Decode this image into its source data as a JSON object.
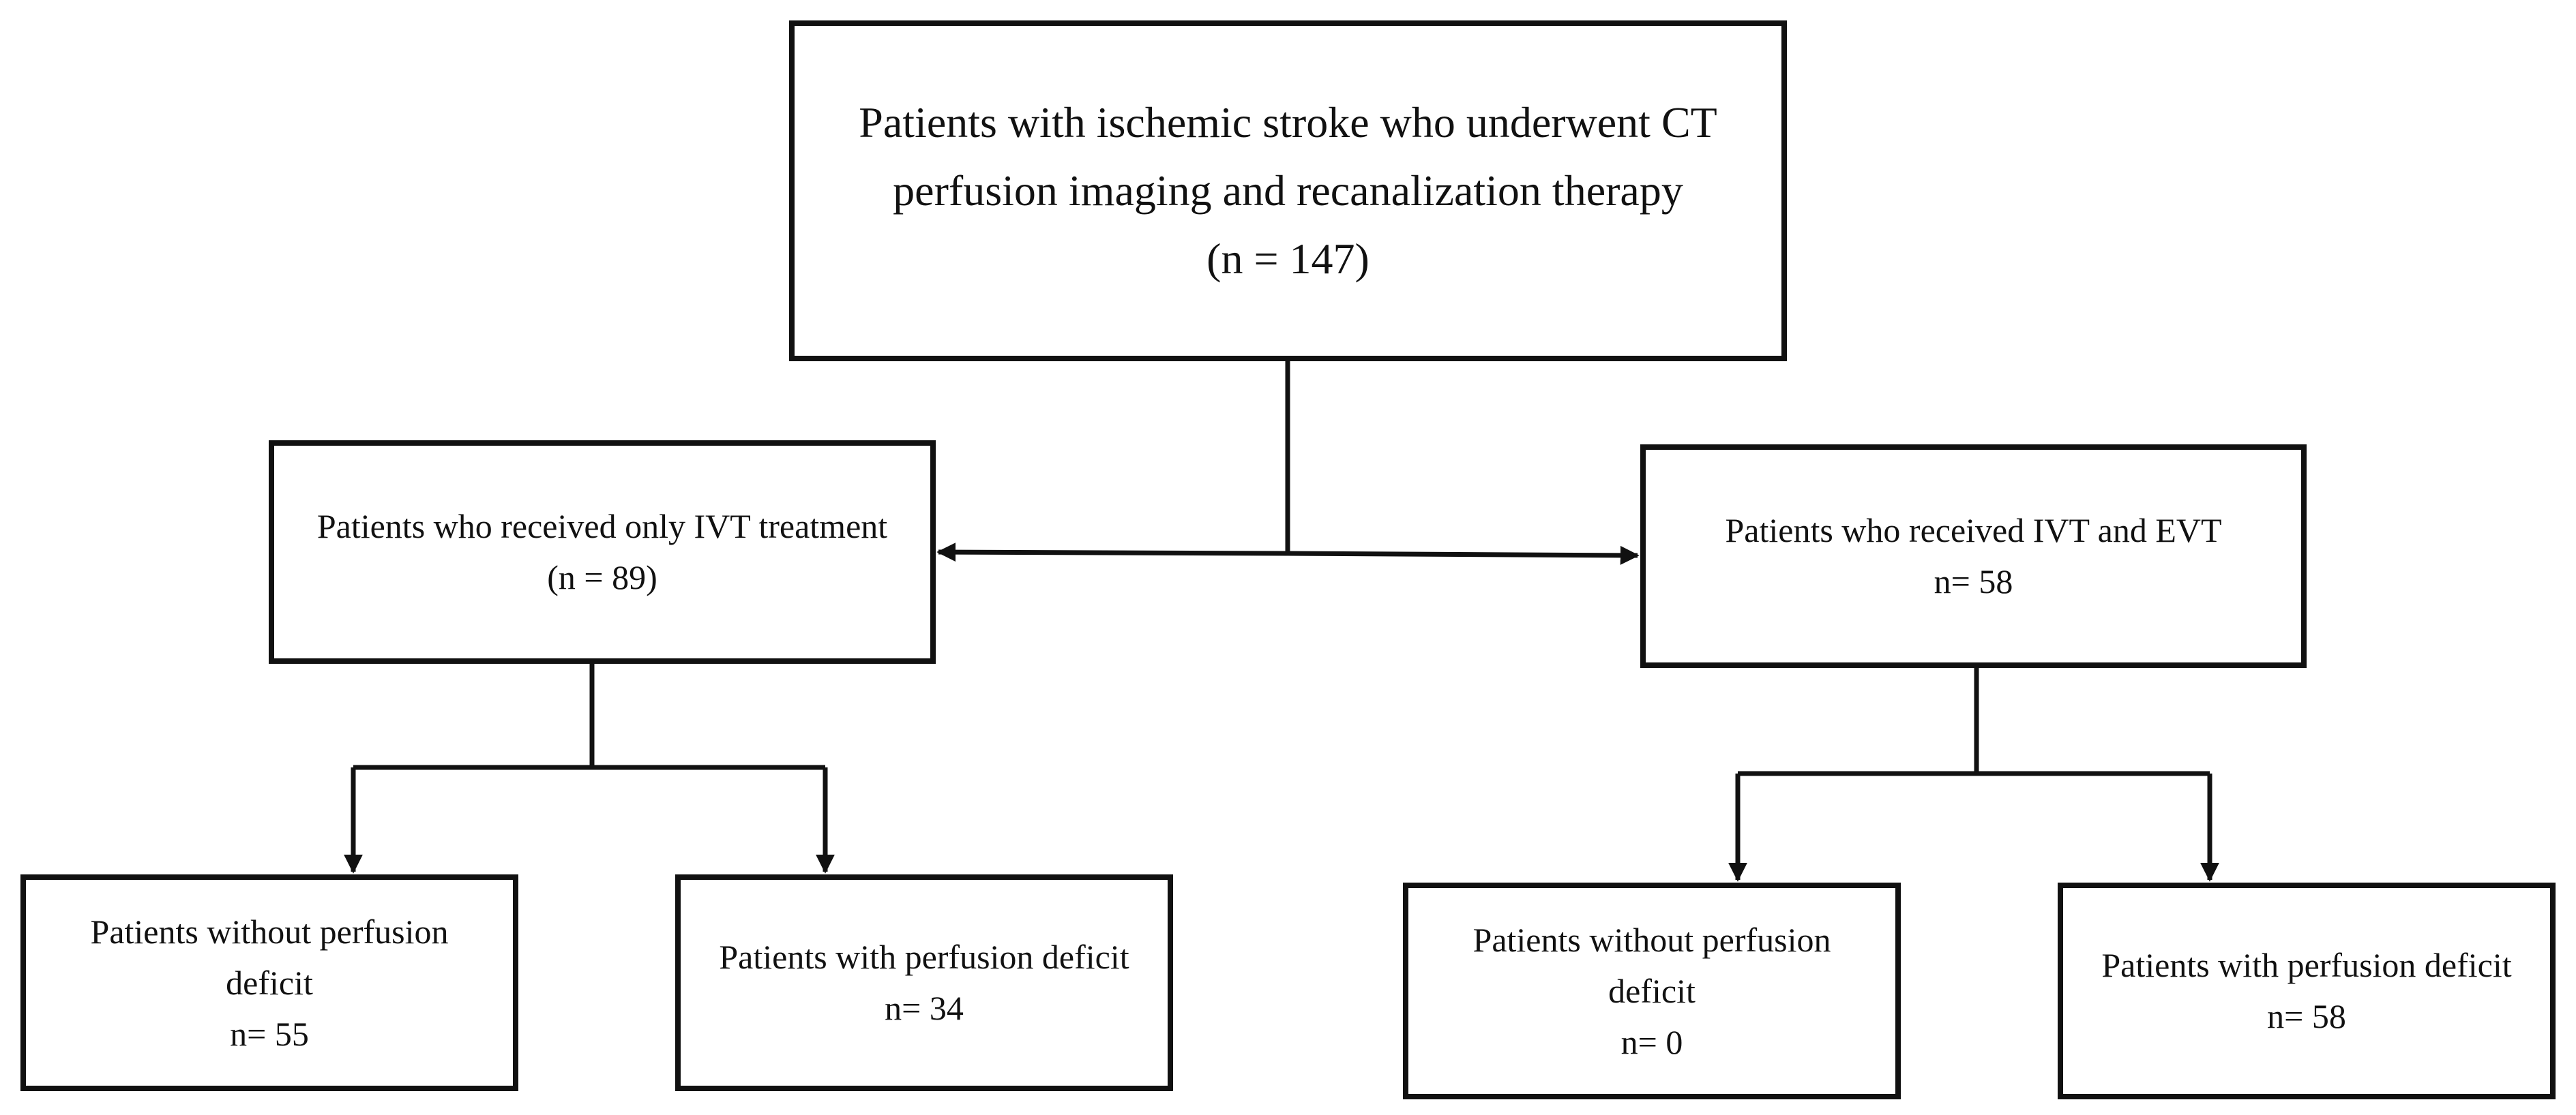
{
  "nodes": {
    "top": {
      "line1": "Patients with ischemic stroke who underwent CT",
      "line2": "perfusion imaging and recanalization therapy",
      "line3": "(n = 147)"
    },
    "ivt_only": {
      "line1": "Patients who received only IVT treatment",
      "line2": "(n = 89)"
    },
    "ivt_evt": {
      "line1": "Patients who received IVT and EVT",
      "line2": "n= 58"
    },
    "ivt_without": {
      "line1": "Patients without perfusion",
      "line2": "deficit",
      "line3": "n= 55"
    },
    "ivt_with": {
      "line1": "Patients with perfusion deficit",
      "line2": "n= 34"
    },
    "evt_without": {
      "line1": "Patients without perfusion",
      "line2": "deficit",
      "line3": "n= 0"
    },
    "evt_with": {
      "line1": "Patients with perfusion deficit",
      "line2": "n= 58"
    }
  }
}
